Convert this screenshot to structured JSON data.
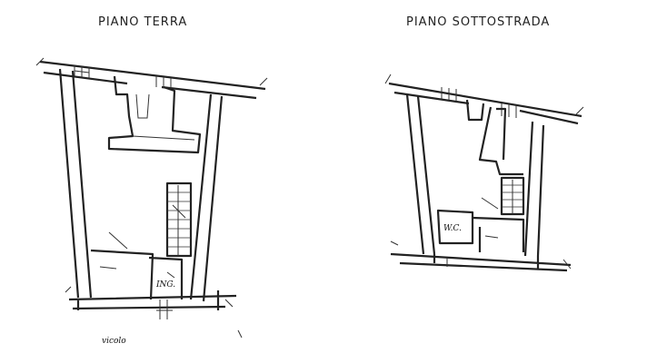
{
  "plans": {
    "left": {
      "title": "PIANO TERRA"
    },
    "right": {
      "title": "PIANO SOTTOSTRADA"
    }
  },
  "labels": {
    "ingresso": "ING.",
    "vicolo": "vicolo",
    "wc": "W.C."
  }
}
